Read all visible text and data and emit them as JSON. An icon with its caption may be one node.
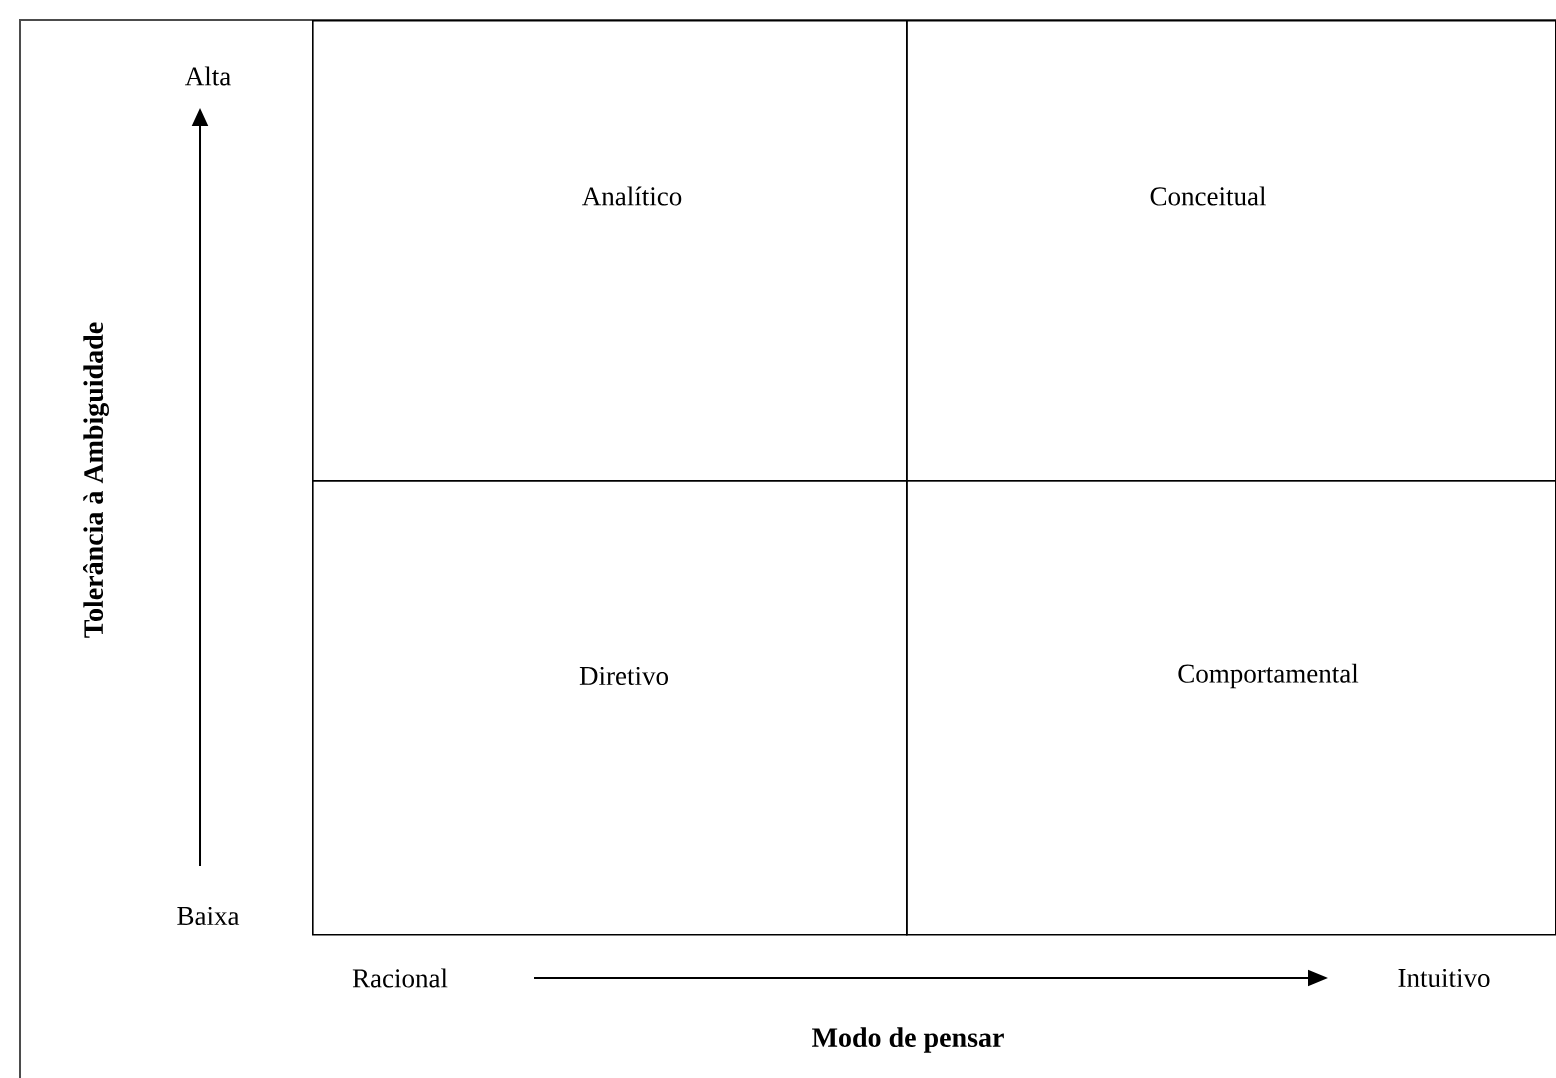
{
  "diagram": {
    "nodes": [
      {
        "text": [
          "Analítico"
        ]
      },
      {
        "text": [
          "Conceitual"
        ]
      },
      {
        "text": [
          "Diretivo"
        ]
      },
      {
        "text": [
          "Comportamental"
        ]
      }
    ],
    "labels": [
      "Alta",
      "Tolerância à Ambiguidade",
      "Baixa",
      "Racional",
      "Intuitivo",
      "Modo de pensar"
    ]
  }
}
